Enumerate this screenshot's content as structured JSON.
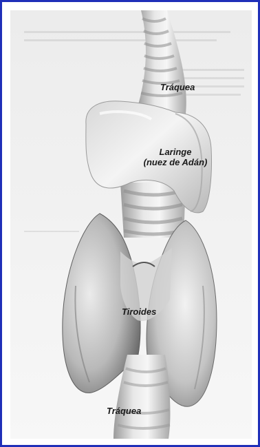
{
  "frame_color": "#1f2fb8",
  "labels": {
    "trachea_top": "Tráquea",
    "larynx_line1": "Laringe",
    "larynx_line2": "(nuez de Adán)",
    "thyroid": "Tiroides",
    "trachea_bottom": "Tráquea"
  }
}
